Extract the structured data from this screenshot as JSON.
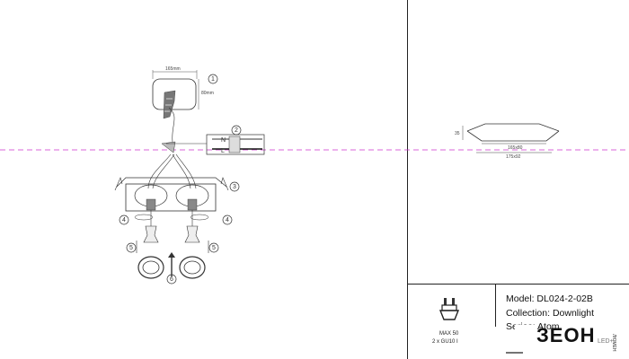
{
  "drawing": {
    "dimension_width": "165mm",
    "dimension_height": "80mm",
    "side_dim_height": "35",
    "side_dim_cutout": "165x80",
    "side_dim_overall": "175x92",
    "steps": [
      "1",
      "2",
      "3",
      "4",
      "4",
      "5",
      "5",
      "6"
    ],
    "connector_labels": [
      "N",
      "L"
    ]
  },
  "title_block": {
    "model": "Model: DL024-2-02B",
    "collection": "Collection: Downlight",
    "series": "Series: Atom",
    "max_power": "MAX 50",
    "lamp": "2 x GU10 I",
    "brand": "ЗЕОН",
    "brand_sub": "LED+",
    "brand_vertical": "ЛЮМЕН"
  },
  "colors": {
    "line": "#333333",
    "centerline": "#cc33cc",
    "frame": "#222222"
  },
  "icons": [
    "gu10-lamp-icon"
  ]
}
